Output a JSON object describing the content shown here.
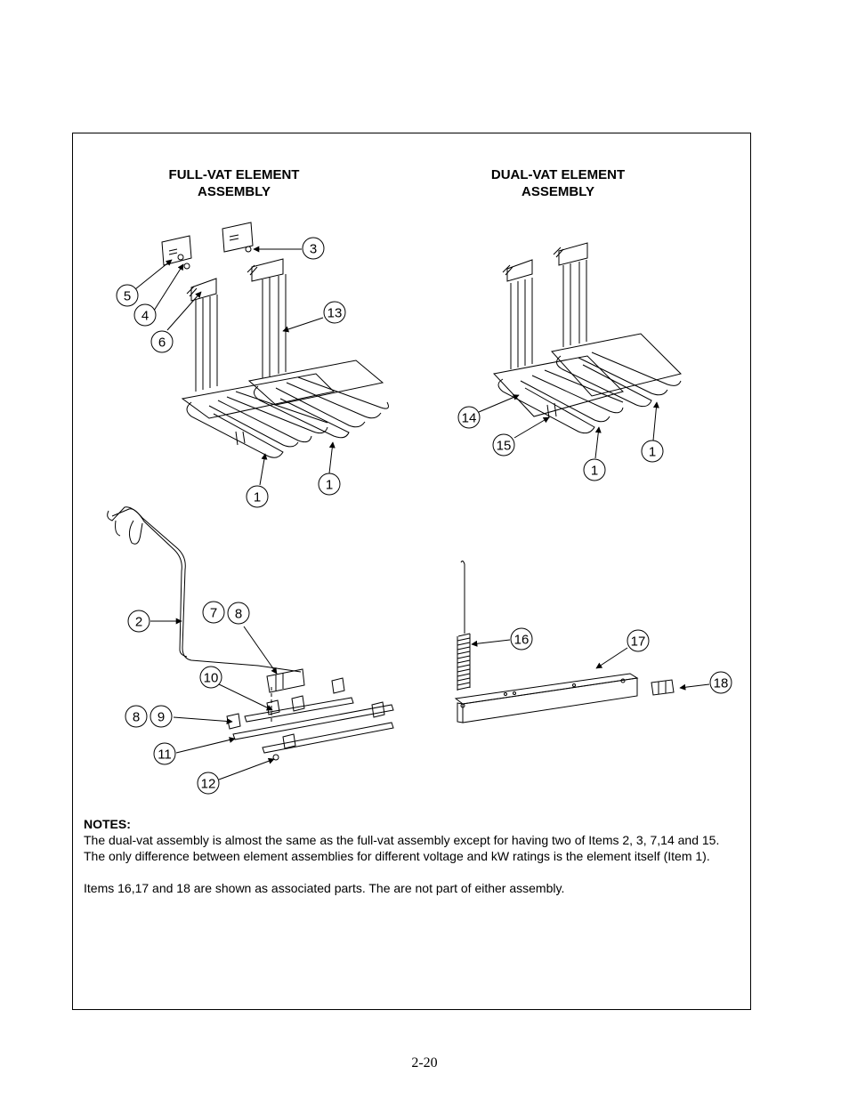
{
  "full_vat": {
    "title_line1": "FULL-VAT ELEMENT",
    "title_line2": "ASSEMBLY"
  },
  "dual_vat": {
    "title_line1": "DUAL-VAT ELEMENT",
    "title_line2": "ASSEMBLY"
  },
  "callouts": {
    "c3": "3",
    "c5": "5",
    "c4": "4",
    "c6": "6",
    "c13": "13",
    "c1a": "1",
    "c1b": "1",
    "c14": "14",
    "c15": "15",
    "c1c": "1",
    "c1d": "1",
    "c2": "2",
    "c7": "7",
    "c8": "8",
    "c10": "10",
    "c8b": "8",
    "c9": "9",
    "c11": "11",
    "c12": "12",
    "c16": "16",
    "c17": "17",
    "c18": "18"
  },
  "notes": {
    "heading": "NOTES:",
    "paragraph1": "The dual-vat assembly is almost the same as the full-vat assembly except for having two of Items 2, 3, 7,14 and 15.  The only difference between element assemblies for different voltage and kW ratings is the element itself (Item 1).",
    "paragraph2": "Items 16,17 and 18 are shown as associated parts.  The are not part of either assembly."
  },
  "page_number": "2-20"
}
